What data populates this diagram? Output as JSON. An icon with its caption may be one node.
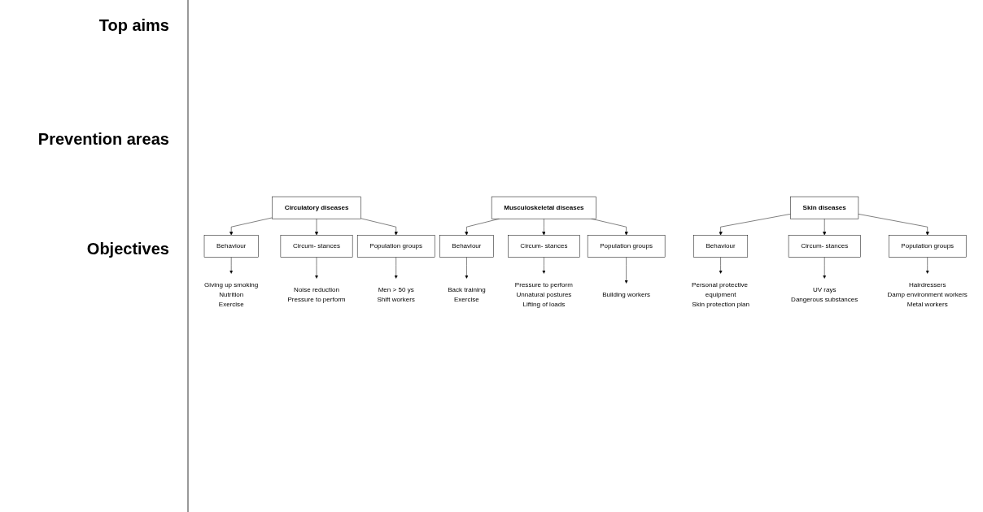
{
  "diagram": {
    "nodes": [
      {
        "text": [
          "Circulatory diseases"
        ]
      },
      {
        "text": [
          "Behaviour"
        ]
      },
      {
        "text": [
          "Circum- stances"
        ]
      },
      {
        "text": [
          "Population groups"
        ]
      },
      {
        "text": [
          "Giving up smoking",
          "Nutrition",
          "Exercise"
        ]
      },
      {
        "text": [
          "Noise reduction",
          "Pressure to perform"
        ]
      },
      {
        "text": [
          "Men > 50 ys",
          "Shift workers"
        ]
      },
      {
        "text": [
          "Musculoskeletal diseases"
        ]
      },
      {
        "text": [
          "Behaviour"
        ]
      },
      {
        "text": [
          "Circum- stances"
        ]
      },
      {
        "text": [
          "Population groups"
        ]
      },
      {
        "text": [
          "Back training",
          "Exercise"
        ]
      },
      {
        "text": [
          "Pressure to perform",
          "Unnatural postures",
          "Lifting of loads"
        ]
      },
      {
        "text": [
          "Building workers"
        ]
      },
      {
        "text": [
          "Skin diseases"
        ]
      },
      {
        "text": [
          "Behaviour"
        ]
      },
      {
        "text": [
          "Circum- stances"
        ]
      },
      {
        "text": [
          "Population groups"
        ]
      },
      {
        "text": [
          "Personal protective equipment",
          "Skin protection plan"
        ]
      },
      {
        "text": [
          "UV rays",
          "Dangerous substances"
        ]
      },
      {
        "text": [
          "Hairdressers",
          "Damp environment workers",
          "Metal workers"
        ]
      }
    ],
    "edges": [
      {
        "from": 0,
        "to": 1,
        "arrow": "to"
      },
      {
        "from": 0,
        "to": 2,
        "arrow": "to"
      },
      {
        "from": 0,
        "to": 3,
        "arrow": "to"
      },
      {
        "from": 1,
        "to": 4,
        "arrow": "to"
      },
      {
        "from": 2,
        "to": 5,
        "arrow": "to"
      },
      {
        "from": 3,
        "to": 6,
        "arrow": "to"
      },
      {
        "from": 7,
        "to": 8,
        "arrow": "to"
      },
      {
        "from": 7,
        "to": 9,
        "arrow": "to"
      },
      {
        "from": 7,
        "to": 10,
        "arrow": "to"
      },
      {
        "from": 8,
        "to": 11,
        "arrow": "to"
      },
      {
        "from": 9,
        "to": 12,
        "arrow": "to"
      },
      {
        "from": 10,
        "to": 13,
        "arrow": "to"
      },
      {
        "from": 14,
        "to": 15,
        "arrow": "to"
      },
      {
        "from": 14,
        "to": 16,
        "arrow": "to"
      },
      {
        "from": 14,
        "to": 17,
        "arrow": "to"
      },
      {
        "from": 15,
        "to": 18,
        "arrow": "to"
      },
      {
        "from": 16,
        "to": 19,
        "arrow": "to"
      },
      {
        "from": 17,
        "to": 20,
        "arrow": "to"
      }
    ],
    "labels": [
      "Top aims",
      "Prevention areas",
      "Objectives"
    ]
  }
}
